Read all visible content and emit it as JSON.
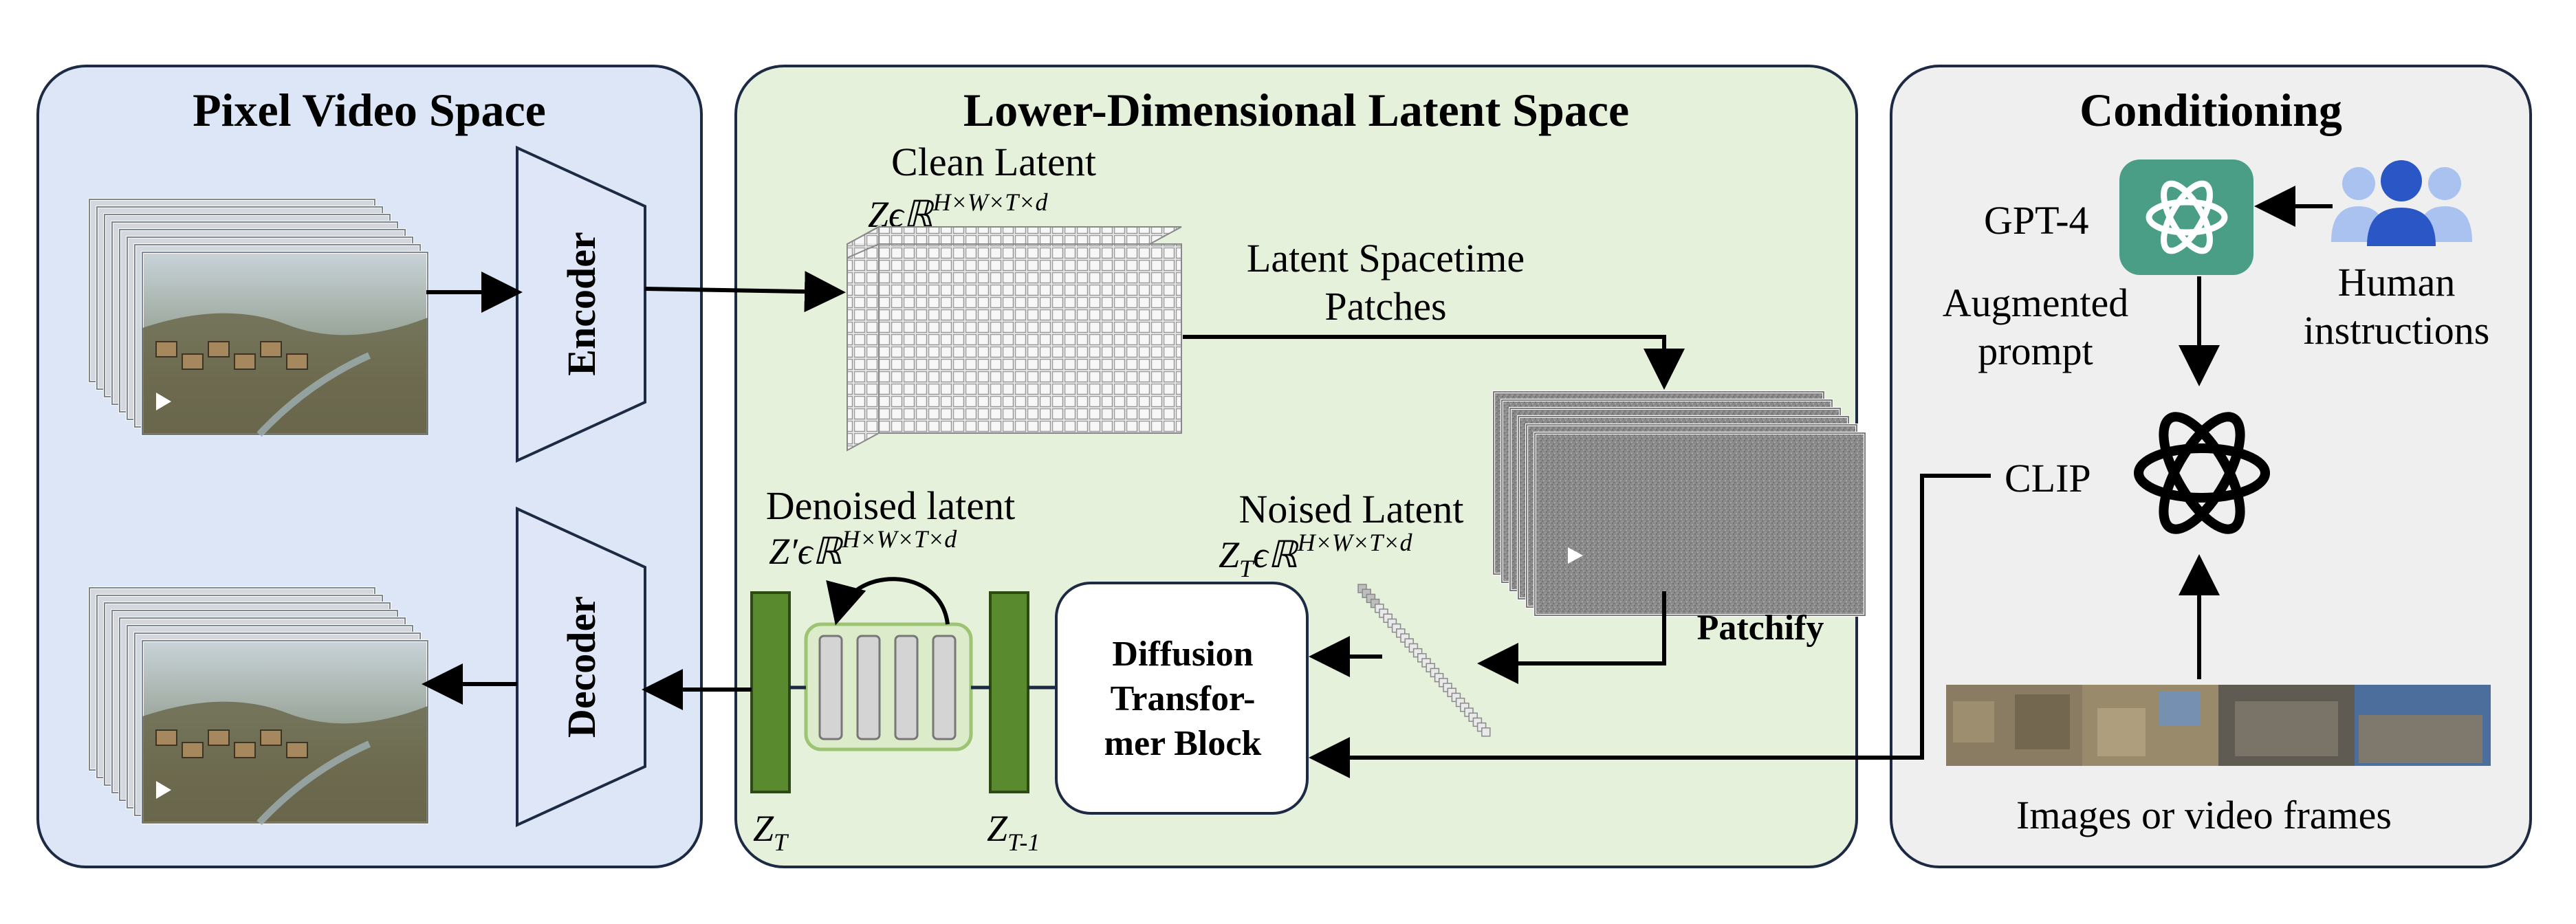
{
  "panels": {
    "pixel": {
      "title": "Pixel Video Space",
      "fill": "#dce6f7"
    },
    "latent": {
      "title": "Lower-Dimensional Latent Space",
      "fill": "#e6f1dc"
    },
    "conditioning": {
      "title": "Conditioning",
      "fill": "#efefef"
    }
  },
  "pixel_space": {
    "encoder_label": "Encoder",
    "decoder_label": "Decoder"
  },
  "latent_space": {
    "clean_latent": {
      "title": "Clean Latent",
      "formula": "Zϵℝ",
      "superscript": "H×W×T×d"
    },
    "spacetime_patches": {
      "line1": "Latent Spacetime",
      "line2": "Patches"
    },
    "patchify_label": "Patchify",
    "noised_latent": {
      "title": "Noised Latent",
      "formula_main": "Z",
      "formula_sub": "T",
      "formula_rest": "ϵℝ",
      "superscript": "H×W×T×d"
    },
    "denoised_latent": {
      "title": "Denoised latent",
      "formula": "Z′ϵℝ",
      "superscript": "H×W×T×d"
    },
    "diffusion_block": {
      "line1": "Diffusion",
      "line2": "Transfor-",
      "line3": "mer Block"
    },
    "z_t": {
      "main": "Z",
      "sub": "T"
    },
    "z_t_minus_1": {
      "main": "Z",
      "sub": "T-1"
    }
  },
  "conditioning": {
    "gpt4_label": "GPT-4",
    "augmented_prompt": {
      "line1": "Augmented",
      "line2": "prompt"
    },
    "human_instructions": {
      "line1": "Human",
      "line2": "instructions"
    },
    "clip_label": "CLIP",
    "images_caption": "Images or video frames",
    "gpt_icon_color": "#4a9e86",
    "human_icon_colors": [
      "#2a56c6",
      "#6d93e0",
      "#a9c2ef"
    ]
  },
  "colors": {
    "stroke": "#1c2a44",
    "trapezoid_fill": "#dfe6f7",
    "z_bar_fill": "#5a8a2e",
    "denoise_box_fill": "#dcebc9",
    "denoise_box_stroke": "#9cc474",
    "denoise_bar_fill": "#d4d4d4"
  }
}
